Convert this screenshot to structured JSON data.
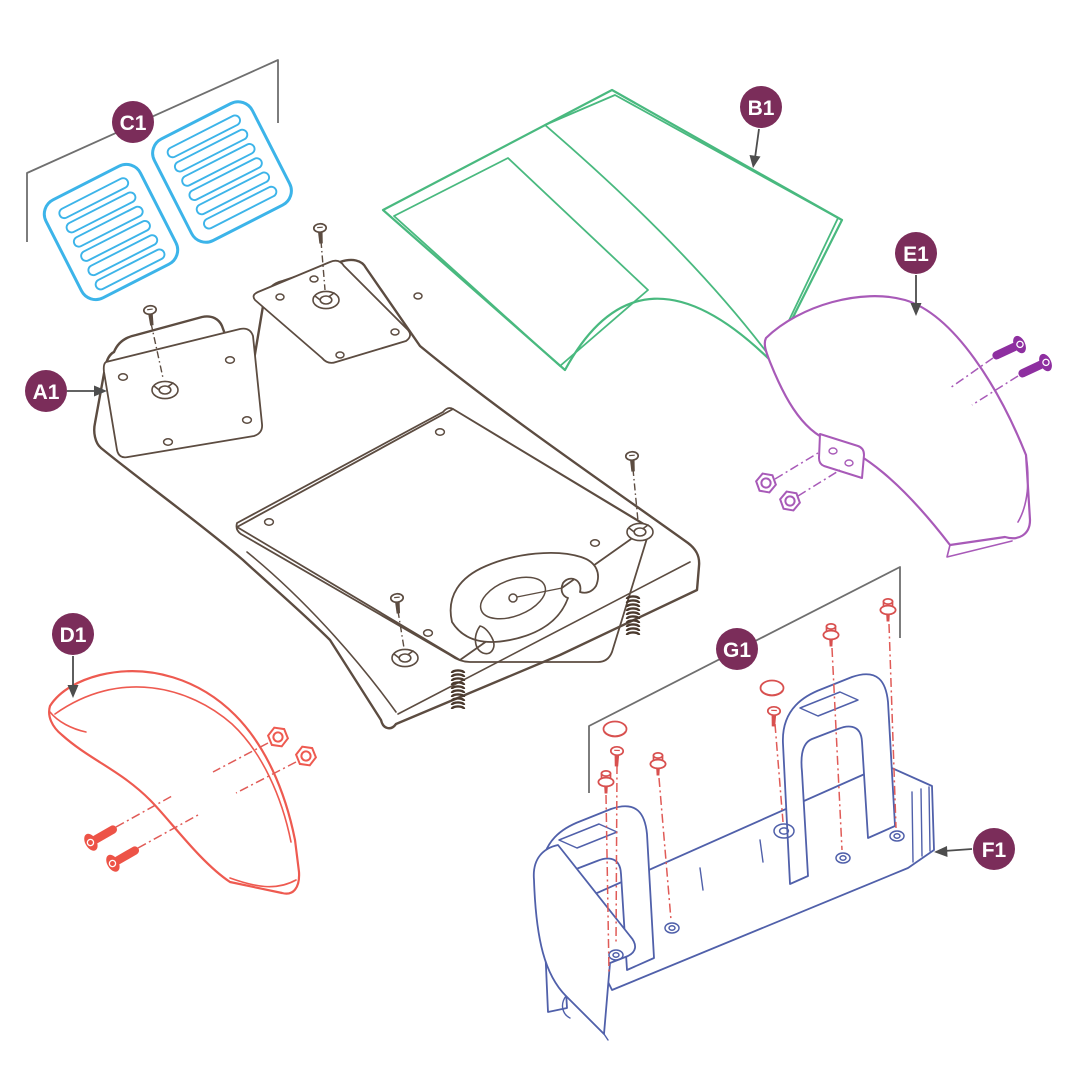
{
  "figure": {
    "background": "#ffffff",
    "callout_style": {
      "fill": "#7b2d5a",
      "text_color": "#ffffff"
    },
    "callouts": [
      {
        "text": "A1",
        "part": "floorboard-plate",
        "color": "#5c4c41"
      },
      {
        "text": "B1",
        "part": "honeycomb-floor-mat",
        "color": "#49b97f"
      },
      {
        "text": "C1",
        "part": "pedal-pads",
        "color": "#3cb4e9"
      },
      {
        "text": "D1",
        "part": "front-fender",
        "color": "#ee5a50"
      },
      {
        "text": "E1",
        "part": "rear-fender",
        "color": "#a85ab8"
      },
      {
        "text": "F1",
        "part": "mounting-bracket",
        "color": "#5060aa"
      },
      {
        "text": "G1",
        "part": "fastener-kit",
        "color": "#d8504f"
      }
    ]
  }
}
